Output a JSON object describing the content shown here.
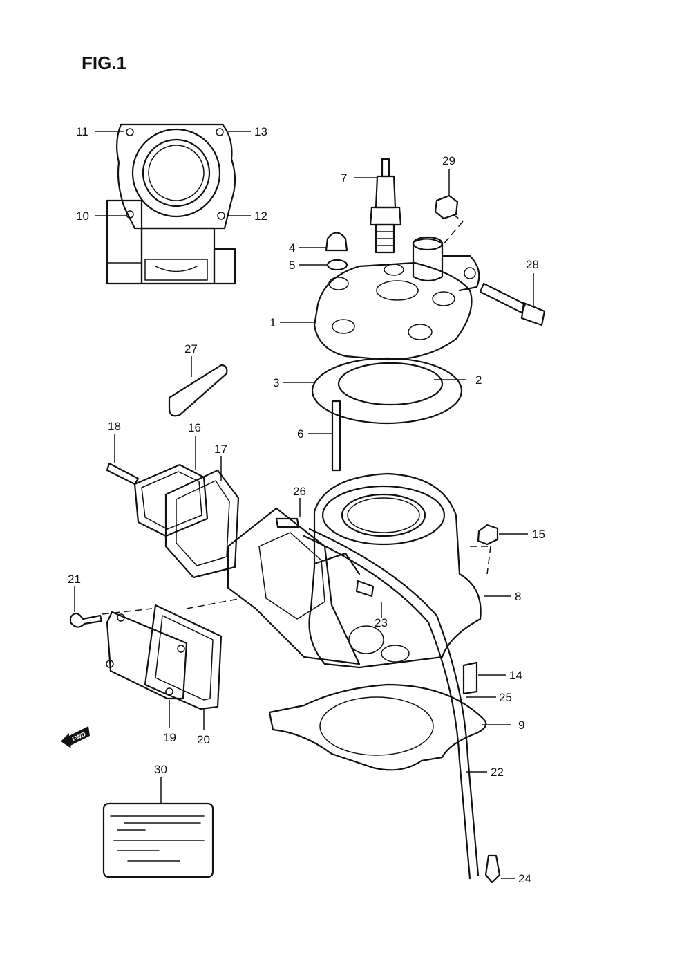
{
  "figure": {
    "title": "FIG.1"
  },
  "fwd_label": "FWD",
  "callouts": [
    {
      "id": "1",
      "label": "1"
    },
    {
      "id": "2",
      "label": "2"
    },
    {
      "id": "3",
      "label": "3"
    },
    {
      "id": "4",
      "label": "4"
    },
    {
      "id": "5",
      "label": "5"
    },
    {
      "id": "6",
      "label": "6"
    },
    {
      "id": "7",
      "label": "7"
    },
    {
      "id": "8",
      "label": "8"
    },
    {
      "id": "9",
      "label": "9"
    },
    {
      "id": "10",
      "label": "10"
    },
    {
      "id": "11",
      "label": "11"
    },
    {
      "id": "12",
      "label": "12"
    },
    {
      "id": "13",
      "label": "13"
    },
    {
      "id": "14",
      "label": "14"
    },
    {
      "id": "15",
      "label": "15"
    },
    {
      "id": "16",
      "label": "16"
    },
    {
      "id": "17",
      "label": "17"
    },
    {
      "id": "18",
      "label": "18"
    },
    {
      "id": "19",
      "label": "19"
    },
    {
      "id": "20",
      "label": "20"
    },
    {
      "id": "21",
      "label": "21"
    },
    {
      "id": "22",
      "label": "22"
    },
    {
      "id": "23",
      "label": "23"
    },
    {
      "id": "24",
      "label": "24"
    },
    {
      "id": "25",
      "label": "25"
    },
    {
      "id": "26",
      "label": "26"
    },
    {
      "id": "27",
      "label": "27"
    },
    {
      "id": "28",
      "label": "28"
    },
    {
      "id": "29",
      "label": "29"
    },
    {
      "id": "30",
      "label": "30"
    }
  ]
}
